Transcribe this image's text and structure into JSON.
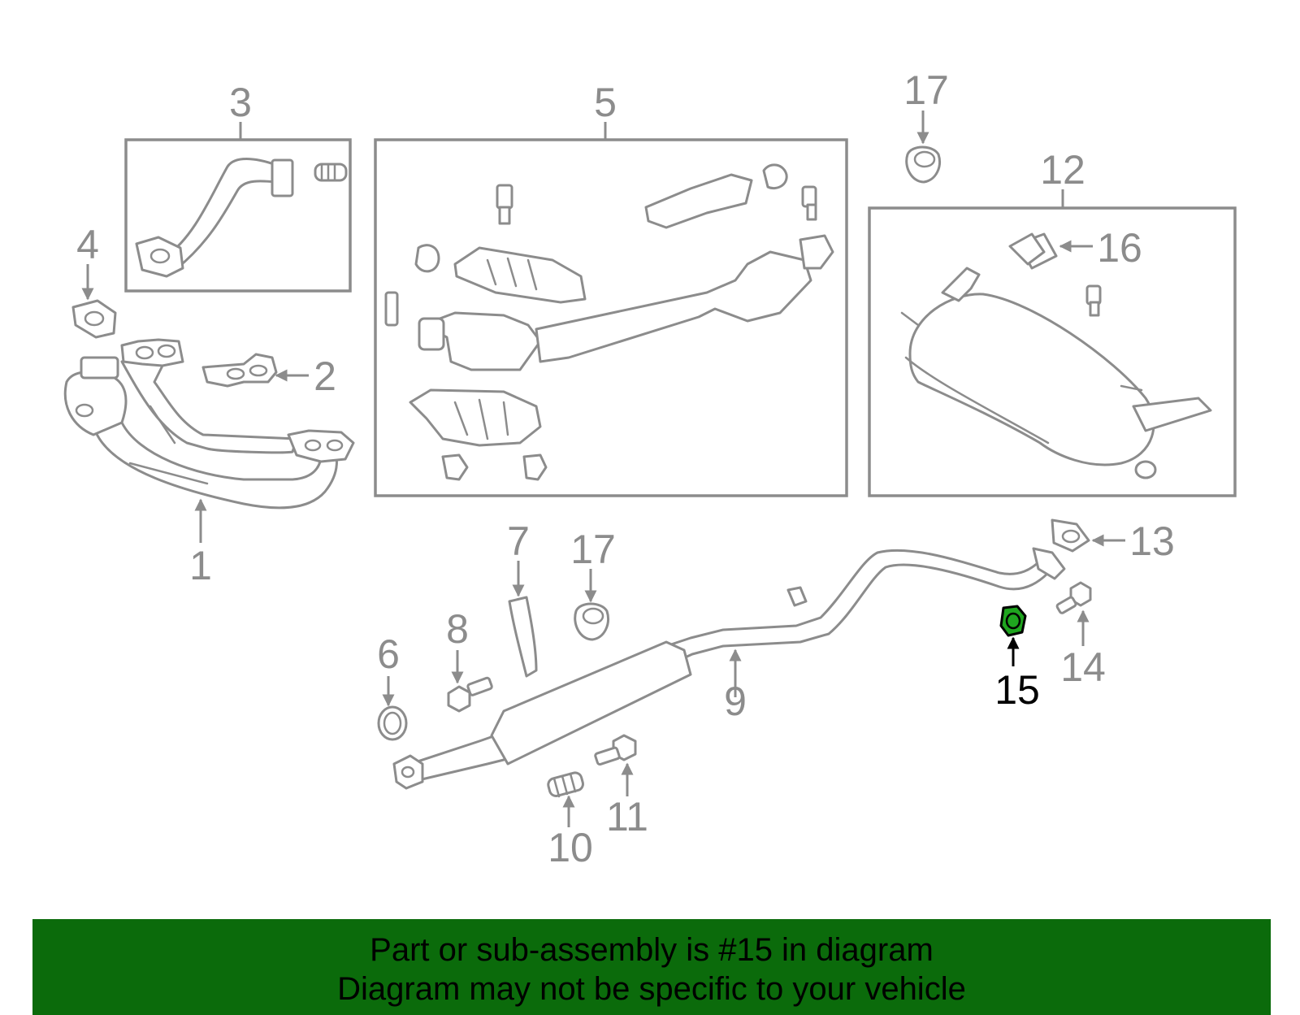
{
  "callouts": [
    {
      "id": "1",
      "label": "1"
    },
    {
      "id": "2",
      "label": "2"
    },
    {
      "id": "3",
      "label": "3"
    },
    {
      "id": "4",
      "label": "4"
    },
    {
      "id": "5",
      "label": "5"
    },
    {
      "id": "6",
      "label": "6"
    },
    {
      "id": "7",
      "label": "7"
    },
    {
      "id": "8",
      "label": "8"
    },
    {
      "id": "9",
      "label": "9"
    },
    {
      "id": "10",
      "label": "10"
    },
    {
      "id": "11",
      "label": "11"
    },
    {
      "id": "12",
      "label": "12"
    },
    {
      "id": "13",
      "label": "13"
    },
    {
      "id": "14",
      "label": "14"
    },
    {
      "id": "15",
      "label": "15"
    },
    {
      "id": "16",
      "label": "16"
    },
    {
      "id": "17a",
      "label": "17"
    },
    {
      "id": "17b",
      "label": "17"
    }
  ],
  "highlight": {
    "label": "15",
    "color": "#1fa51f"
  },
  "banner": {
    "line1": "Part or sub-assembly is #15 in diagram",
    "line2": "Diagram may not be specific to your vehicle",
    "color": "#0b6b0b"
  },
  "colors": {
    "line_art": "#8c8c8c",
    "highlight_part": "#1fa51f"
  }
}
